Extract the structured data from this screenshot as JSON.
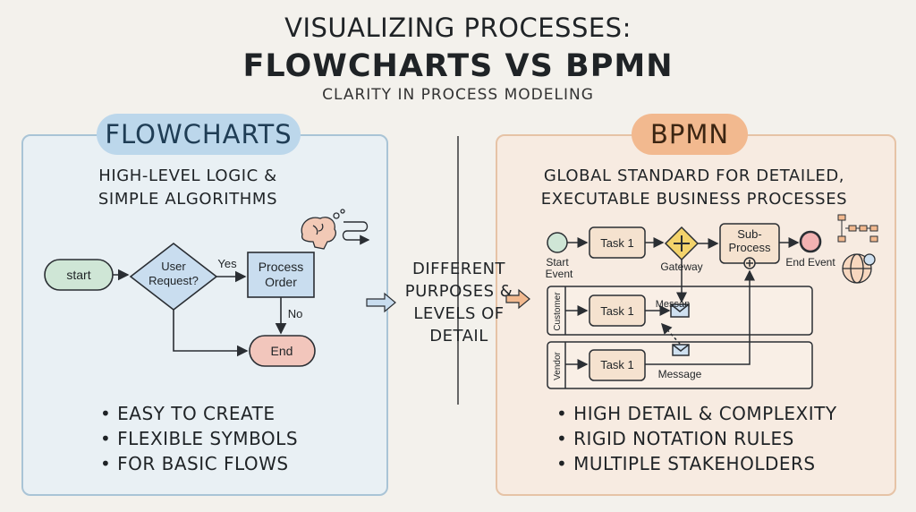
{
  "header": {
    "title_line1": "VISUALIZING PROCESSES:",
    "title_line2": "FLOWCHARTS VS BPMN",
    "subtitle": "CLARITY IN PROCESS MODELING"
  },
  "left_panel": {
    "pill": "FLOWCHARTS",
    "desc_line1": "HIGH-LEVEL LOGIC &",
    "desc_line2": "SIMPLE ALGORITHMS",
    "nodes": {
      "start": "start",
      "decision_line1": "User",
      "decision_line2": "Request?",
      "process_line1": "Process",
      "process_line2": "Order",
      "end": "End"
    },
    "edges": {
      "yes": "Yes",
      "no": "No"
    },
    "bullets": [
      "• EASY TO CREATE",
      "• FLEXIBLE SYMBOLS",
      "• FOR BASIC FLOWS"
    ],
    "colors": {
      "panel": "#e9f0f4",
      "pill": "#bcd7eb",
      "start": "#cfe6d6",
      "process": "#c9ddef",
      "end": "#f2c6bc"
    }
  },
  "middle": {
    "line1": "DIFFERENT",
    "line2": "PURPOSES &",
    "line3": "LEVELS OF",
    "line4": "DETAIL"
  },
  "right_panel": {
    "pill": "BPMN",
    "desc_line1": "GLOBAL STANDARD FOR DETAILED,",
    "desc_line2": "EXECUTABLE BUSINESS PROCESSES",
    "nodes": {
      "start_line1": "Start",
      "start_line2": "Event",
      "task1": "Task 1",
      "gateway": "Gateway",
      "sub_line1": "Sub-",
      "sub_line2": "Process",
      "end_event": "End Event",
      "customer_lane": "Customer",
      "customer_task": "Task 1",
      "customer_message": "Messan",
      "vendor_lane": "Vendor",
      "vendor_task": "Task 1",
      "vendor_message": "Message"
    },
    "bullets": [
      "• HIGH DETAIL & COMPLEXITY",
      "• RIGID NOTATION RULES",
      "• MULTIPLE STAKEHOLDERS"
    ],
    "colors": {
      "panel": "#f7ebe1",
      "pill": "#f2b98f",
      "start_event": "#cfe6d6",
      "gateway": "#f3d36b",
      "end_event": "#f2b2b2",
      "task": "#f5e2cf"
    }
  },
  "icons": [
    "brain-icon",
    "flowchart-mini-icon",
    "globe-icon",
    "arrow-right-icon"
  ]
}
